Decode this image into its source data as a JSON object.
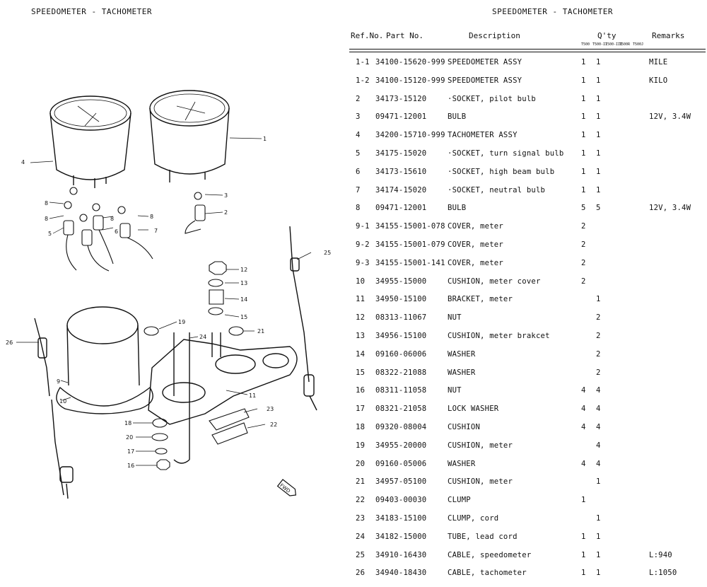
{
  "header": {
    "title_left": "SPEEDOMETER - TACHOMETER",
    "title_right": "SPEEDOMETER - TACHOMETER"
  },
  "table": {
    "columns": {
      "ref_no": "Ref.No.",
      "part_no": "Part  No.",
      "description": "Description",
      "qty": "Q'ty",
      "remarks": "Remarks"
    },
    "qty_models": [
      "T500",
      "T500-II",
      "T500-III",
      "T500R",
      "T500J"
    ],
    "rows": [
      {
        "ref": "1-1",
        "part": "34100-15620-999",
        "desc": "SPEEDOMETER ASSY",
        "q1": "1",
        "q2": "1",
        "remarks": "MILE"
      },
      {
        "ref": "1-2",
        "part": "34100-15120-999",
        "desc": "SPEEDOMETER ASSY",
        "q1": "1",
        "q2": "1",
        "remarks": "KILO"
      },
      {
        "ref": "2",
        "part": "34173-15120",
        "desc": "·SOCKET, pilot bulb",
        "q1": "1",
        "q2": "1",
        "remarks": ""
      },
      {
        "ref": "3",
        "part": "09471-12001",
        "desc": "BULB",
        "q1": "1",
        "q2": "1",
        "remarks": "12V, 3.4W"
      },
      {
        "ref": "4",
        "part": "34200-15710-999",
        "desc": "TACHOMETER ASSY",
        "q1": "1",
        "q2": "1",
        "remarks": ""
      },
      {
        "ref": "5",
        "part": "34175-15020",
        "desc": "·SOCKET, turn signal bulb",
        "q1": "1",
        "q2": "1",
        "remarks": ""
      },
      {
        "ref": "6",
        "part": "34173-15610",
        "desc": "·SOCKET, high beam bulb",
        "q1": "1",
        "q2": "1",
        "remarks": ""
      },
      {
        "ref": "7",
        "part": "34174-15020",
        "desc": "·SOCKET, neutral bulb",
        "q1": "1",
        "q2": "1",
        "remarks": ""
      },
      {
        "ref": "8",
        "part": "09471-12001",
        "desc": "BULB",
        "q1": "5",
        "q2": "5",
        "remarks": "12V, 3.4W"
      },
      {
        "ref": "9-1",
        "part": "34155-15001-078",
        "desc": "COVER, meter",
        "q1": "2",
        "q2": "",
        "remarks": ""
      },
      {
        "ref": "9-2",
        "part": "34155-15001-079",
        "desc": "COVER, meter",
        "q1": "2",
        "q2": "",
        "remarks": ""
      },
      {
        "ref": "9-3",
        "part": "34155-15001-141",
        "desc": "COVER, meter",
        "q1": "2",
        "q2": "",
        "remarks": ""
      },
      {
        "ref": "10",
        "part": "34955-15000",
        "desc": "CUSHION, meter cover",
        "q1": "2",
        "q2": "",
        "remarks": ""
      },
      {
        "ref": "11",
        "part": "34950-15100",
        "desc": "BRACKET, meter",
        "q1": "",
        "q2": "1",
        "remarks": ""
      },
      {
        "ref": "12",
        "part": "08313-11067",
        "desc": "NUT",
        "q1": "",
        "q2": "2",
        "remarks": ""
      },
      {
        "ref": "13",
        "part": "34956-15100",
        "desc": "CUSHION, meter brakcet",
        "q1": "",
        "q2": "2",
        "remarks": ""
      },
      {
        "ref": "14",
        "part": "09160-06006",
        "desc": "WASHER",
        "q1": "",
        "q2": "2",
        "remarks": ""
      },
      {
        "ref": "15",
        "part": "08322-21088",
        "desc": "WASHER",
        "q1": "",
        "q2": "2",
        "remarks": ""
      },
      {
        "ref": "16",
        "part": "08311-11058",
        "desc": "NUT",
        "q1": "4",
        "q2": "4",
        "remarks": ""
      },
      {
        "ref": "17",
        "part": "08321-21058",
        "desc": "LOCK WASHER",
        "q1": "4",
        "q2": "4",
        "remarks": ""
      },
      {
        "ref": "18",
        "part": "09320-08004",
        "desc": "CUSHION",
        "q1": "4",
        "q2": "4",
        "remarks": ""
      },
      {
        "ref": "19",
        "part": "34955-20000",
        "desc": "CUSHION, meter",
        "q1": "",
        "q2": "4",
        "remarks": ""
      },
      {
        "ref": "20",
        "part": "09160-05006",
        "desc": "WASHER",
        "q1": "4",
        "q2": "4",
        "remarks": ""
      },
      {
        "ref": "21",
        "part": "34957-05100",
        "desc": "CUSHION, meter",
        "q1": "",
        "q2": "1",
        "remarks": ""
      },
      {
        "ref": "22",
        "part": "09403-00030",
        "desc": "CLUMP",
        "q1": "1",
        "q2": "",
        "remarks": ""
      },
      {
        "ref": "23",
        "part": "34183-15100",
        "desc": "CLUMP, cord",
        "q1": "",
        "q2": "1",
        "remarks": ""
      },
      {
        "ref": "24",
        "part": "34182-15000",
        "desc": "TUBE, lead cord",
        "q1": "1",
        "q2": "1",
        "remarks": ""
      },
      {
        "ref": "25",
        "part": "34910-16430",
        "desc": "CABLE, speedometer",
        "q1": "1",
        "q2": "1",
        "remarks": "L:940"
      },
      {
        "ref": "26",
        "part": "34940-18430",
        "desc": "CABLE, tachometer",
        "q1": "1",
        "q2": "1",
        "remarks": "L:1050"
      }
    ]
  },
  "diagram": {
    "callouts": [
      "1",
      "2",
      "3",
      "4",
      "5",
      "6",
      "7",
      "8",
      "8",
      "8",
      "8",
      "9",
      "10",
      "11",
      "12",
      "13",
      "14",
      "15",
      "16",
      "17",
      "18",
      "19",
      "20",
      "21",
      "22",
      "23",
      "24",
      "25",
      "26"
    ],
    "fwd_label": "FWD"
  }
}
